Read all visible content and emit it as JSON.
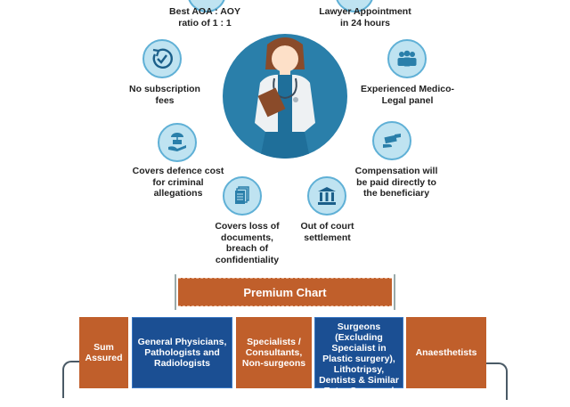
{
  "features": [
    {
      "id": "aoa-ratio",
      "label": "Best AOA : AOY\nratio of 1 : 1",
      "icon": "ratio-icon"
    },
    {
      "id": "lawyer-appointment",
      "label": "Lawyer Appointment\nin 24 hours",
      "icon": "calendar-icon"
    },
    {
      "id": "no-subscription",
      "label": "No subscription\nfees",
      "icon": "refresh-check-icon"
    },
    {
      "id": "medico-legal-panel",
      "label": "Experienced Medico-\nLegal panel",
      "icon": "team-icon"
    },
    {
      "id": "defence-cost",
      "label": "Covers defence cost\nfor criminal\nallegations",
      "icon": "umbrella-hand-money-icon"
    },
    {
      "id": "compensation",
      "label": "Compensation will\nbe paid directly to\nthe beneficiary",
      "icon": "hand-money-transfer-icon"
    },
    {
      "id": "loss-documents",
      "label": "Covers loss of\ndocuments,\nbreach of\nconfidentiality",
      "icon": "documents-icon"
    },
    {
      "id": "out-of-court",
      "label": "Out of court\nsettlement",
      "icon": "courthouse-icon"
    }
  ],
  "hero": {
    "icon": "doctor-illustration"
  },
  "premium_chart": {
    "title": "Premium Chart",
    "columns": [
      {
        "label": "Sum Assured",
        "color": "#c05f2b"
      },
      {
        "label": "General Physicians, Pathologists and Radiologists",
        "color": "#1b4f93"
      },
      {
        "label": "Specialists / Consultants, Non-surgeons",
        "color": "#c05f2b"
      },
      {
        "label": "Surgeons (Excluding Specialist in Plastic surgery), Lithotripsy, Dentists & Similar Extra Corporeal Methods",
        "color": "#1b4f93"
      },
      {
        "label": "Anaesthetists",
        "color": "#c05f2b"
      }
    ]
  },
  "colors": {
    "accent_orange": "#c05f2b",
    "accent_blue": "#1b4f93",
    "icon_bg": "#bfe3f1",
    "hero_bg": "#2a7faa"
  }
}
